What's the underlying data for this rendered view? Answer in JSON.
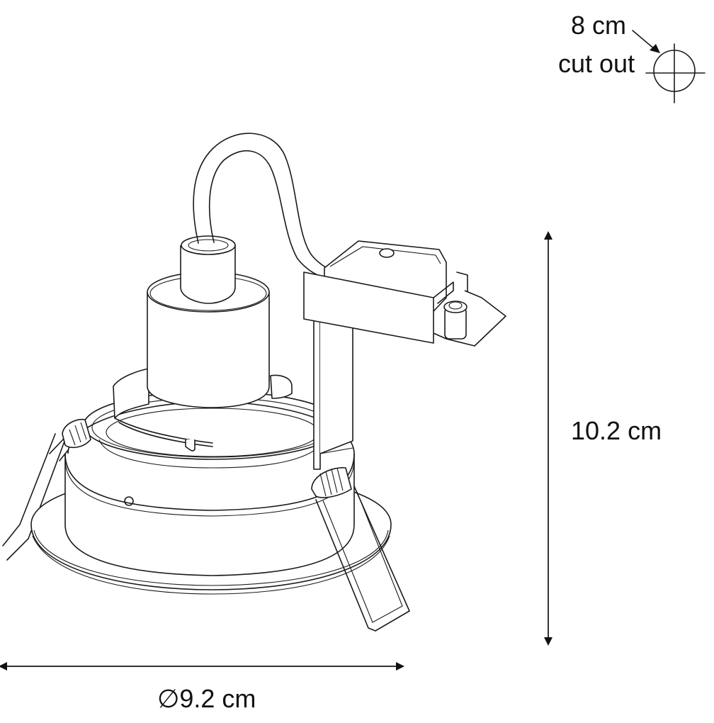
{
  "diagram": {
    "subject": "Recessed spotlight fitting with GU10 socket, cable, connection box and spring clips",
    "line_color": "#1a1a1a",
    "background": "#ffffff"
  },
  "cutout": {
    "size_label": "8 cm",
    "text_label": "cut out",
    "icon": "crosshair-circle-icon"
  },
  "dimensions": {
    "height_label": "10.2 cm",
    "diameter_label": "∅9.2 cm"
  }
}
